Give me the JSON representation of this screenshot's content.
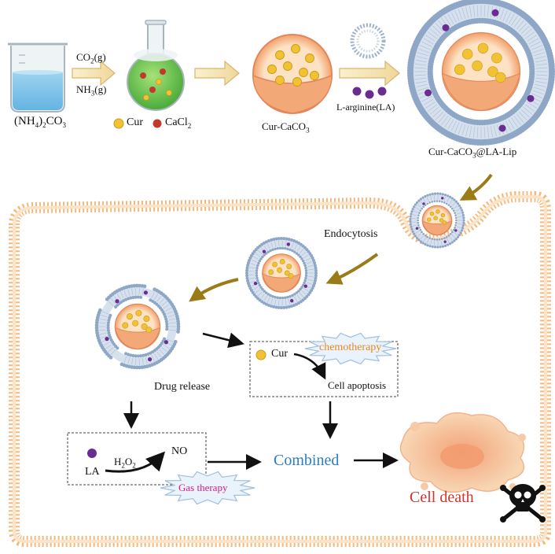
{
  "labels": {
    "ammonium_carbonate": {
      "pre": "(NH",
      "s1": "4",
      "mid": ")",
      "s2": "2",
      "post": "CO",
      "s3": "3"
    },
    "co2": {
      "pre": "CO",
      "s1": "2",
      "post": "(g)"
    },
    "nh3": {
      "pre": "NH",
      "s1": "3",
      "post": "(g)"
    },
    "cur_legend": "Cur",
    "cacl2": {
      "pre": "CaCl",
      "s1": "2"
    },
    "cur_caco3": {
      "pre": "Cur-CaCO",
      "s1": "3"
    },
    "l_arginine": "L-arginine(LA)",
    "cur_caco3_la_lip": {
      "pre": "Cur-CaCO",
      "s1": "3",
      "post": "@LA-Lip"
    },
    "endocytosis": "Endocytosis",
    "drug_release": "Drug release",
    "chemotherapy": "chemotherapy",
    "cur_box": "Cur",
    "cell_apoptosis": "Cell apoptosis",
    "la": "LA",
    "h2o2": {
      "pre": "H",
      "s1": "2",
      "mid": "O",
      "s2": "2"
    },
    "no": "NO",
    "gas_therapy": "Gas therapy",
    "combined": "Combined",
    "cell_death": "Cell death"
  },
  "colors": {
    "combined": "#2a7dc6",
    "cell_death": "#d6322b",
    "chemotherapy": "#e58a1f",
    "gas_therapy": "#d0207f",
    "membrane": "#f6c48c",
    "curcumin": "#f2c232",
    "calcium_ion": "#c0392b",
    "arginine": "#6a2c91",
    "lipid_head": "#8fa7c7",
    "caco3_shell": "#f0a070"
  }
}
